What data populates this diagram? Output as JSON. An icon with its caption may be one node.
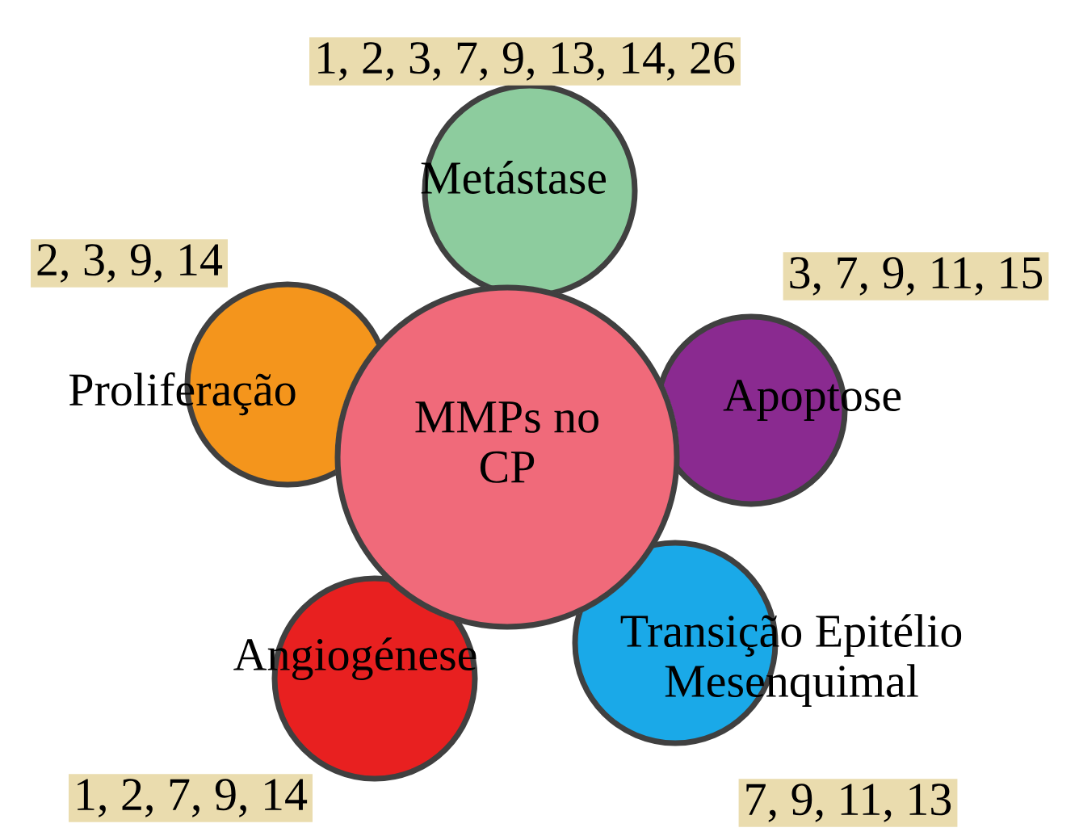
{
  "diagram": {
    "nodes": [
      {
        "text": [
          "MMPs no CP"
        ]
      },
      {
        "text": [
          "Metástase"
        ],
        "beside": [
          "1, 2, 3, 7, 9, 13, 14, 26"
        ]
      },
      {
        "text": [
          "Apoptose"
        ],
        "beside": [
          "3, 7, 9, 11, 15"
        ]
      },
      {
        "text": [
          "Transição Epitélio Mesenquimal"
        ],
        "beside": [
          "7, 9, 11, 13"
        ]
      },
      {
        "text": [
          "Angiogénese"
        ],
        "beside": [
          "1, 2, 7, 9, 14"
        ]
      },
      {
        "text": [
          "Proliferação"
        ],
        "beside": [
          "2, 3, 9, 14"
        ]
      }
    ]
  }
}
